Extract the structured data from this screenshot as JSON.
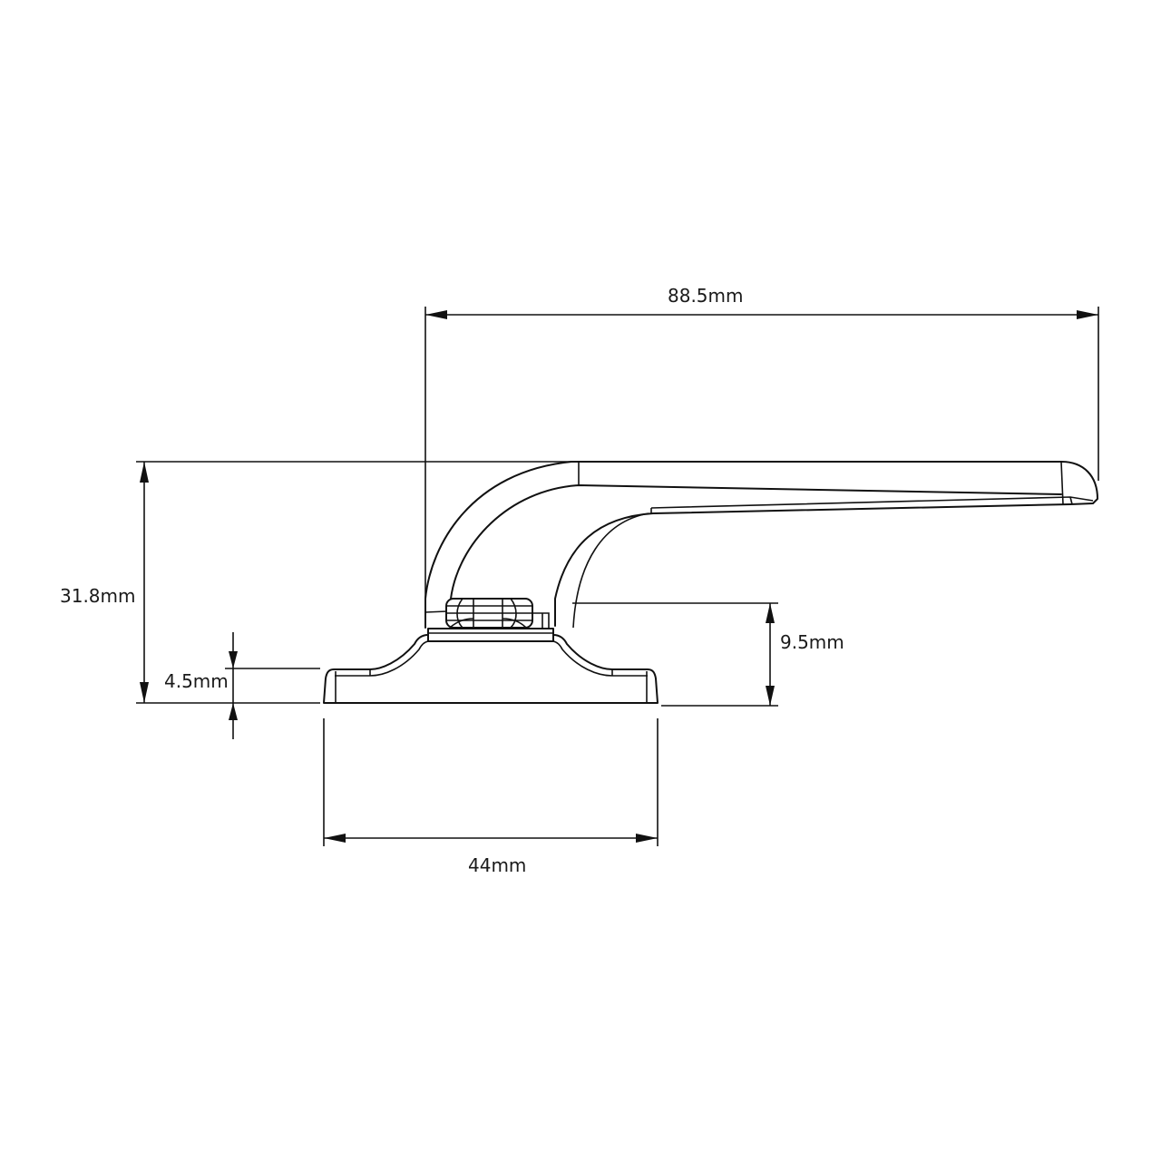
{
  "diagram": {
    "type": "technical-dimension-drawing",
    "subject": "window handle side profile",
    "line_color": "#111111",
    "background": "#ffffff"
  },
  "dimensions": {
    "overall_length": {
      "label": "88.5mm",
      "value": 88.5,
      "unit": "mm",
      "orientation": "horizontal"
    },
    "overall_height": {
      "label": "31.8mm",
      "value": 31.8,
      "unit": "mm",
      "orientation": "vertical"
    },
    "base_height": {
      "label": "4.5mm",
      "value": 4.5,
      "unit": "mm",
      "orientation": "vertical"
    },
    "pivot_height": {
      "label": "9.5mm",
      "value": 9.5,
      "unit": "mm",
      "orientation": "vertical"
    },
    "base_width": {
      "label": "44mm",
      "value": 44,
      "unit": "mm",
      "orientation": "horizontal"
    }
  }
}
